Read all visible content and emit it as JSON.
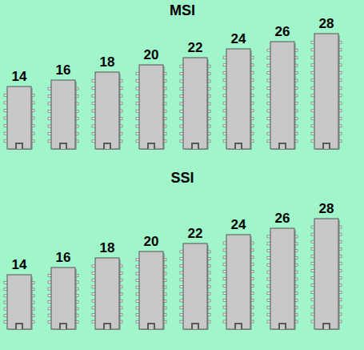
{
  "diagram": {
    "nodes": [
      {
        "text": [
          "14"
        ]
      },
      {
        "text": [
          "16"
        ]
      },
      {
        "text": [
          "18"
        ]
      },
      {
        "text": [
          "20"
        ]
      },
      {
        "text": [
          "22"
        ]
      },
      {
        "text": [
          "24"
        ]
      },
      {
        "text": [
          "26"
        ]
      },
      {
        "text": [
          "28"
        ]
      },
      {
        "text": [
          "14"
        ]
      },
      {
        "text": [
          "16"
        ]
      },
      {
        "text": [
          "18"
        ]
      },
      {
        "text": [
          "20"
        ]
      },
      {
        "text": [
          "22"
        ]
      },
      {
        "text": [
          "24"
        ]
      },
      {
        "text": [
          "26"
        ]
      },
      {
        "text": [
          "28"
        ]
      }
    ],
    "labels": [
      "MSI",
      "SSI"
    ]
  }
}
